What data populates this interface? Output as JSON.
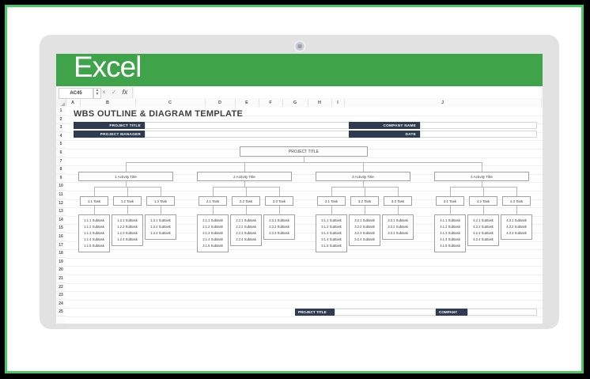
{
  "app": {
    "logo": "Excel",
    "brand_green": "#3fa34a",
    "frame_green": "#4cc764"
  },
  "formula_bar": {
    "name_box_value": "AC45",
    "cancel_icon": "×",
    "confirm_icon": "✓",
    "function_icon": "fx",
    "input_value": ""
  },
  "columns": [
    "A",
    "B",
    "C",
    "D",
    "E",
    "F",
    "G",
    "H",
    "I",
    "J"
  ],
  "rows": [
    1,
    2,
    3,
    4,
    5,
    6,
    7,
    8,
    9,
    10,
    11,
    12,
    13,
    14,
    15,
    16,
    17,
    18,
    19,
    20,
    21,
    22,
    23,
    24,
    25
  ],
  "sheet": {
    "title": "WBS OUTLINE & DIAGRAM TEMPLATE",
    "header_fields": [
      {
        "label": "PROJECT TITLE",
        "value": ""
      },
      {
        "label": "PROJECT MANAGER",
        "value": ""
      },
      {
        "label": "COMPANY NAME",
        "value": ""
      },
      {
        "label": "DATE",
        "value": ""
      }
    ],
    "footer_fields": [
      {
        "label": "PROJECT TITLE",
        "value": ""
      },
      {
        "label": "COMPANY",
        "value": ""
      }
    ]
  },
  "diagram": {
    "root": "PROJECT TITLE",
    "branches": [
      {
        "activity": "1 Activity Title",
        "tasks": [
          {
            "name": "1.1 Task",
            "subtasks": [
              "1.1.1 Subtask",
              "1.1.2 Subtask",
              "1.1.3 Subtask",
              "1.1.4 Subtask",
              "1.1.5 Subtask"
            ]
          },
          {
            "name": "1.2 Task",
            "subtasks": [
              "1.2.1 Subtask",
              "1.2.2 Subtask",
              "1.2.3 Subtask",
              "1.2.4 Subtask"
            ]
          },
          {
            "name": "1.3 Task",
            "subtasks": [
              "1.3.1 Subtask",
              "1.3.2 Subtask",
              "1.3.3 Subtask"
            ]
          }
        ]
      },
      {
        "activity": "2 Activity Title",
        "tasks": [
          {
            "name": "2.1 Task",
            "subtasks": [
              "2.1.1 Subtask",
              "2.1.2 Subtask",
              "2.1.3 Subtask",
              "2.1.4 Subtask",
              "2.1.5 Subtask"
            ]
          },
          {
            "name": "2.2 Task",
            "subtasks": [
              "2.2.1 Subtask",
              "2.2.2 Subtask",
              "2.2.3 Subtask",
              "2.2.4 Subtask"
            ]
          },
          {
            "name": "2.3 Task",
            "subtasks": [
              "2.3.1 Subtask",
              "2.3.2 Subtask",
              "2.3.3 Subtask"
            ]
          }
        ]
      },
      {
        "activity": "3 Activity Title",
        "tasks": [
          {
            "name": "3.1 Task",
            "subtasks": [
              "3.1.1 Subtask",
              "3.1.2 Subtask",
              "3.1.3 Subtask",
              "3.1.4 Subtask",
              "3.1.5 Subtask"
            ]
          },
          {
            "name": "3.2 Task",
            "subtasks": [
              "3.2.1 Subtask",
              "3.2.2 Subtask",
              "3.2.3 Subtask",
              "3.2.4 Subtask"
            ]
          },
          {
            "name": "3.3 Task",
            "subtasks": [
              "3.3.1 Subtask",
              "3.3.2 Subtask",
              "3.3.3 Subtask"
            ]
          }
        ]
      },
      {
        "activity": "4 Activity Title",
        "tasks": [
          {
            "name": "4.1 Task",
            "subtasks": [
              "4.1.1 Subtask",
              "4.1.2 Subtask",
              "4.1.3 Subtask",
              "4.1.4 Subtask",
              "4.1.5 Subtask"
            ]
          },
          {
            "name": "4.2 Task",
            "subtasks": [
              "4.2.1 Subtask",
              "4.2.2 Subtask",
              "4.2.3 Subtask",
              "4.2.4 Subtask"
            ]
          },
          {
            "name": "4.3 Task",
            "subtasks": [
              "4.3.1 Subtask",
              "4.3.2 Subtask",
              "4.3.3 Subtask"
            ]
          }
        ]
      }
    ]
  }
}
